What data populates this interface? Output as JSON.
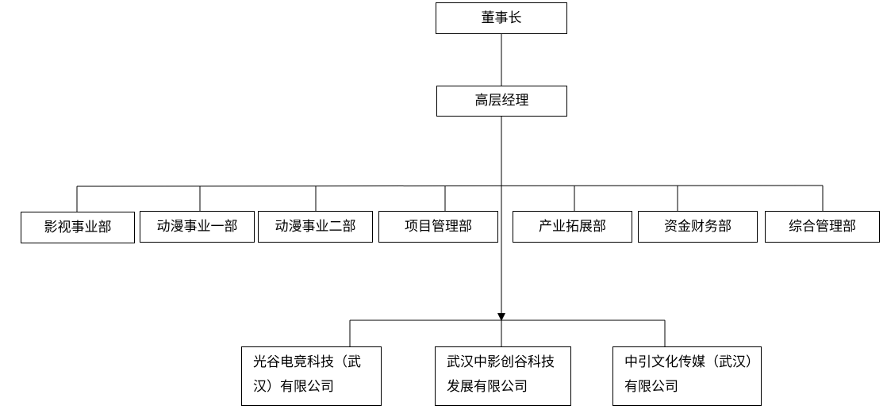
{
  "chairman": "董事长",
  "senior_management": "高层经理",
  "departments": [
    "影视事业部",
    "动漫事业一部",
    "动漫事业二部",
    "项目管理部",
    "产业拓展部",
    "资金财务部",
    "综合管理部"
  ],
  "subsidiaries": [
    {
      "line1": "光谷电竞科技（武",
      "line2": "汉）有限公司"
    },
    {
      "line1": "武汉中影创谷科技",
      "line2": "发展有限公司"
    },
    {
      "line1": "中引文化传媒（武汉）",
      "line2": "有限公司"
    }
  ]
}
